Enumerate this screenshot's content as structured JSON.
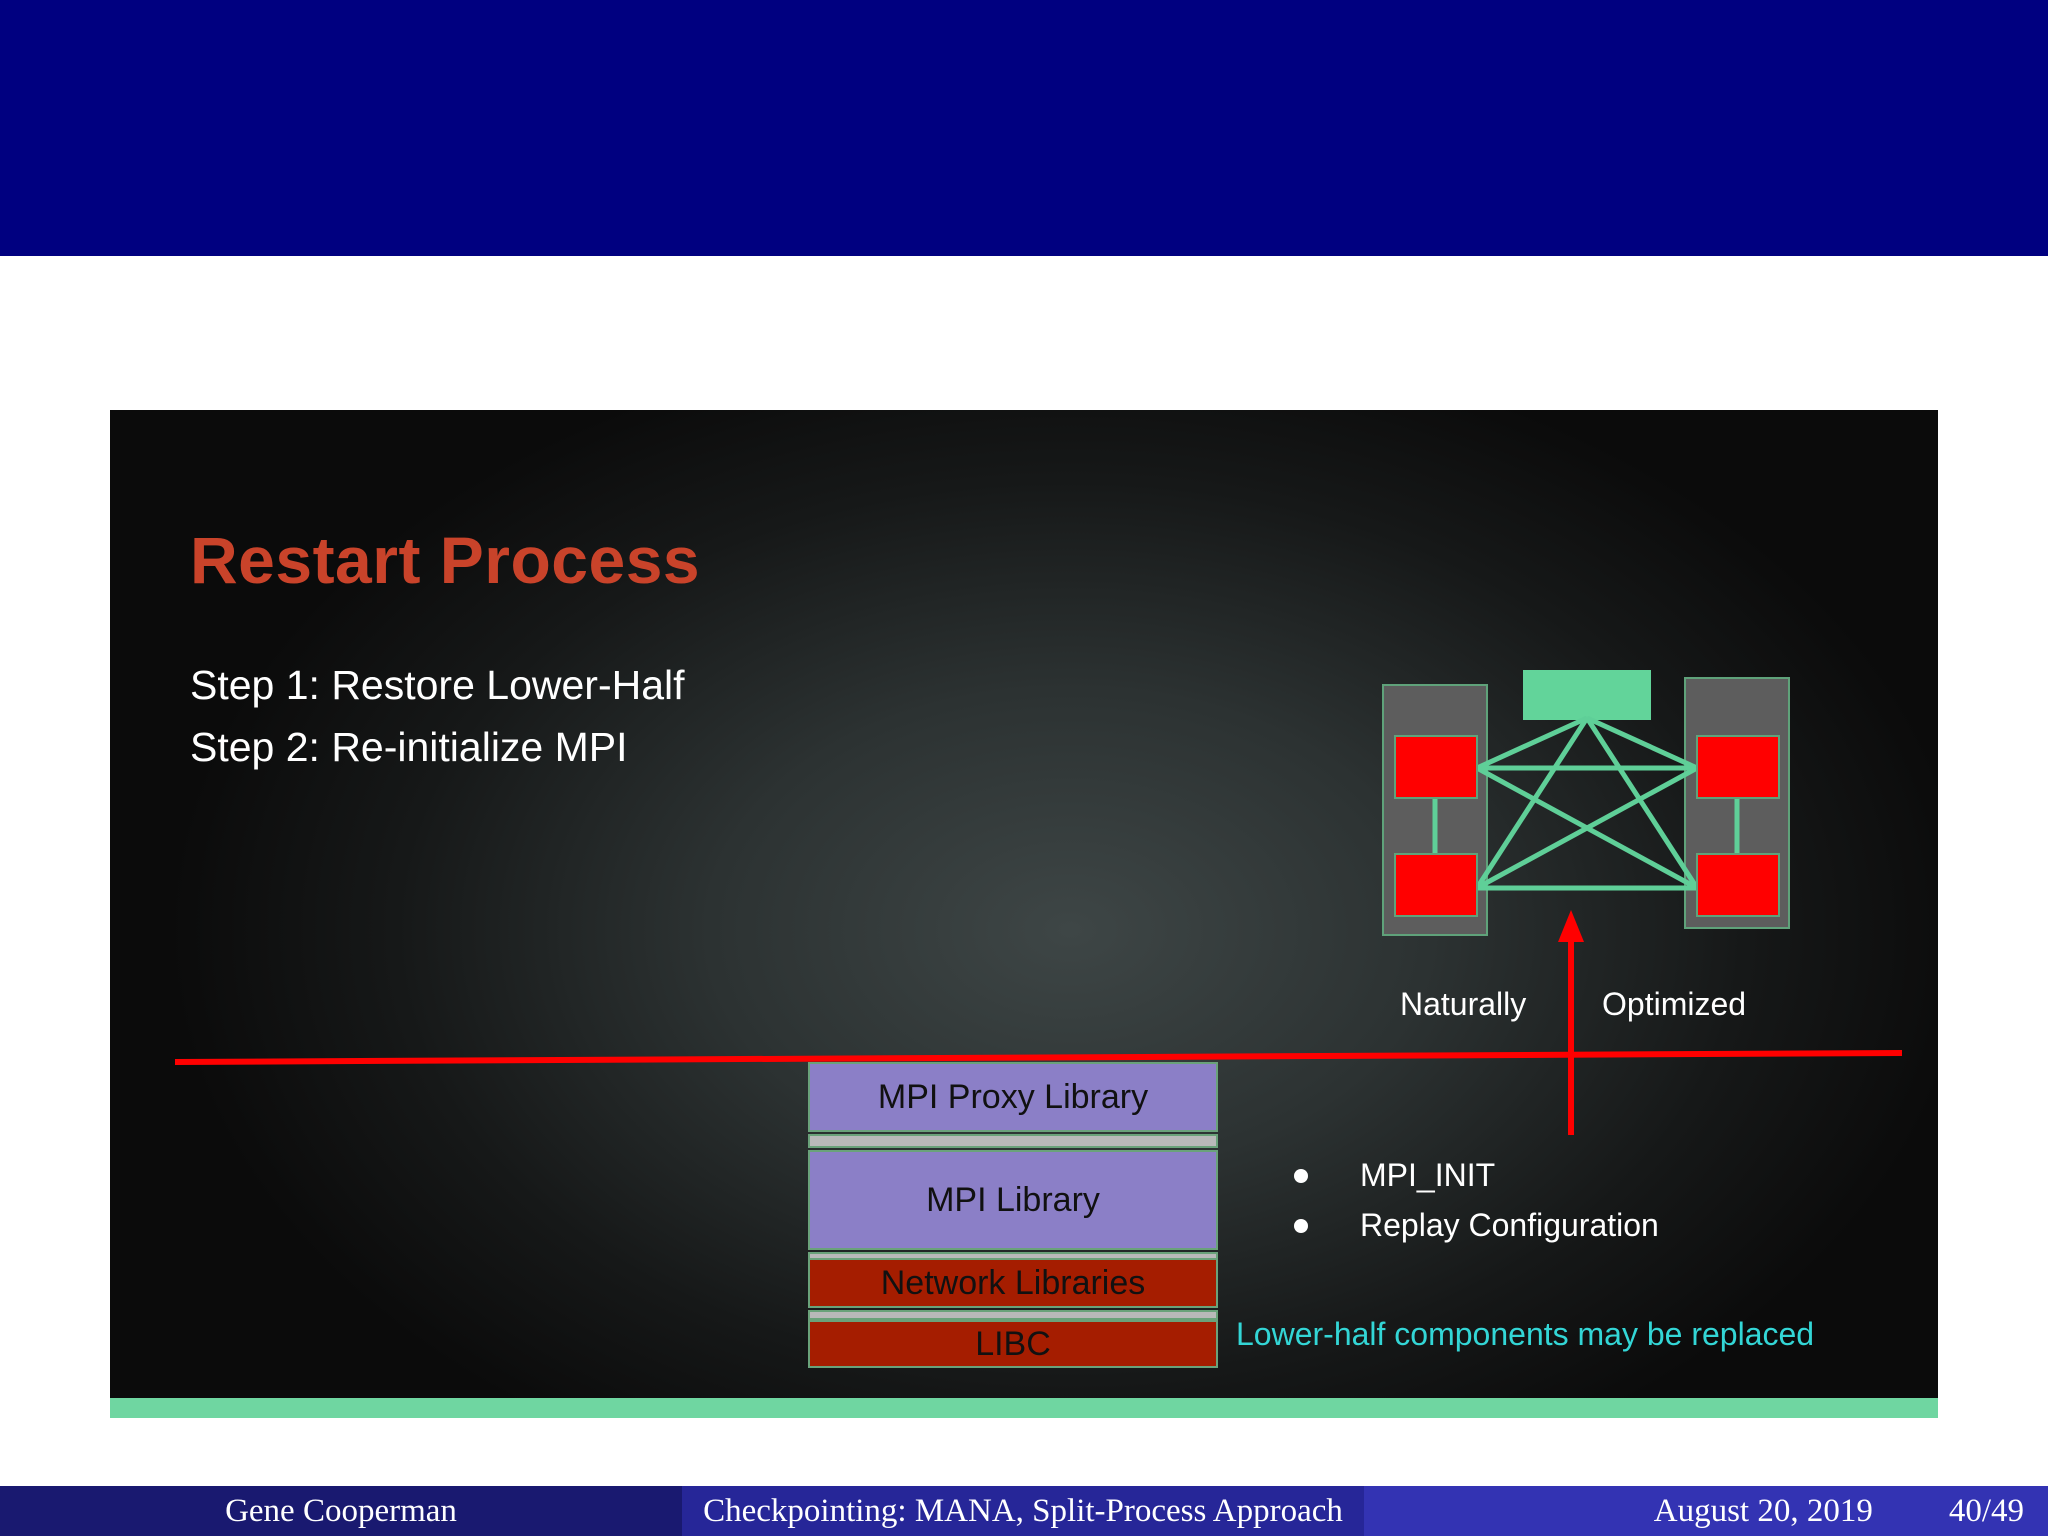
{
  "slide": {
    "title": "Restart Process",
    "steps": [
      "Step 1:  Restore Lower-Half",
      "Step 2: Re-initialize MPI"
    ],
    "stack": {
      "proxy": "MPI Proxy Library",
      "mpi": "MPI Library",
      "network": "Network Libraries",
      "libc": "LIBC"
    },
    "bullets": [
      "MPI_INIT",
      "Replay Configuration"
    ],
    "note": "Lower-half components may be replaced",
    "arrow_labels": {
      "left": "Naturally",
      "right": "Optimized"
    }
  },
  "footer": {
    "author": "Gene Cooperman",
    "title": "Checkpointing: MANA, Split-Process Approach",
    "date": "August 20, 2019",
    "page": "40/49"
  },
  "colors": {
    "header_band": "#000080",
    "slide_title": "#c9432a",
    "red_line": "#ff0000",
    "green_link": "#5fcf98",
    "mpi_block": "#8b7fc7",
    "lib_block": "#a51d00",
    "note_text": "#33d6d6",
    "bottom_stripe": "#6fd6a1"
  }
}
